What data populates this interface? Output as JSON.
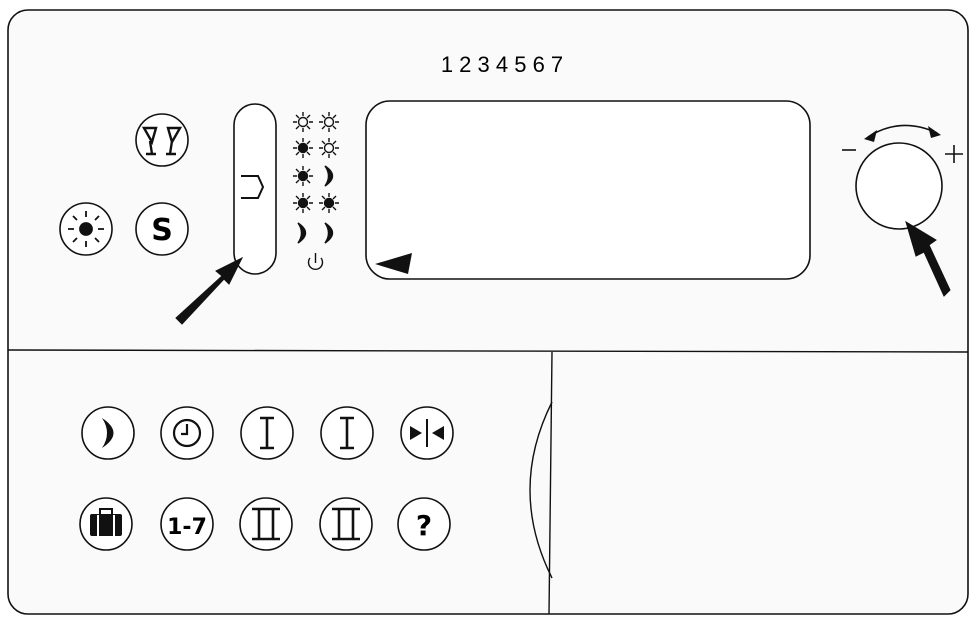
{
  "device": {
    "day_numbers": "1 2 3 4 5 6 7",
    "buttons": {
      "s_label": "S",
      "week_label": "1-7",
      "help_label": "?"
    }
  },
  "icons": {
    "party": "champagne-glasses-icon",
    "sun": "sun-icon",
    "mode_select": "mode-select-icon",
    "program_sun_sun": "sun-sun-icon",
    "program_sun_moon": "sun-moon-icon",
    "program_moon_moon": "moon-moon-icon",
    "standby": "standby-icon",
    "moon": "moon-icon",
    "clock": "clock-icon",
    "program_one": "program-one-icon",
    "program_two": "program-two-icon",
    "split": "split-arrows-icon",
    "holiday": "suitcase-icon"
  },
  "colors": {
    "ink": "#111111",
    "panel": "#fafafa"
  }
}
